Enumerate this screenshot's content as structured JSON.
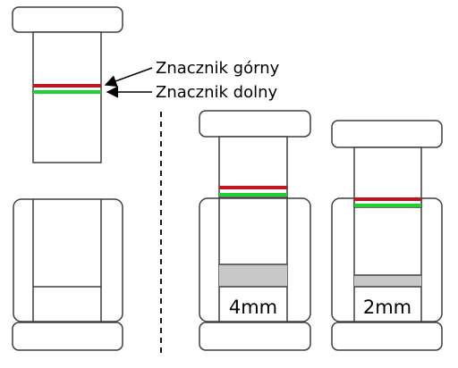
{
  "labels": {
    "marker_top": "Znacznik górny",
    "marker_bottom": "Znacznik dolny",
    "gap_middle": "4mm",
    "gap_right": "2mm"
  },
  "colors": {
    "outline": "#3f3f3f",
    "marker_top": "#c0171f",
    "marker_bottom": "#1fcf33",
    "spacer": "#c8c8c8",
    "divider": "#000000"
  }
}
